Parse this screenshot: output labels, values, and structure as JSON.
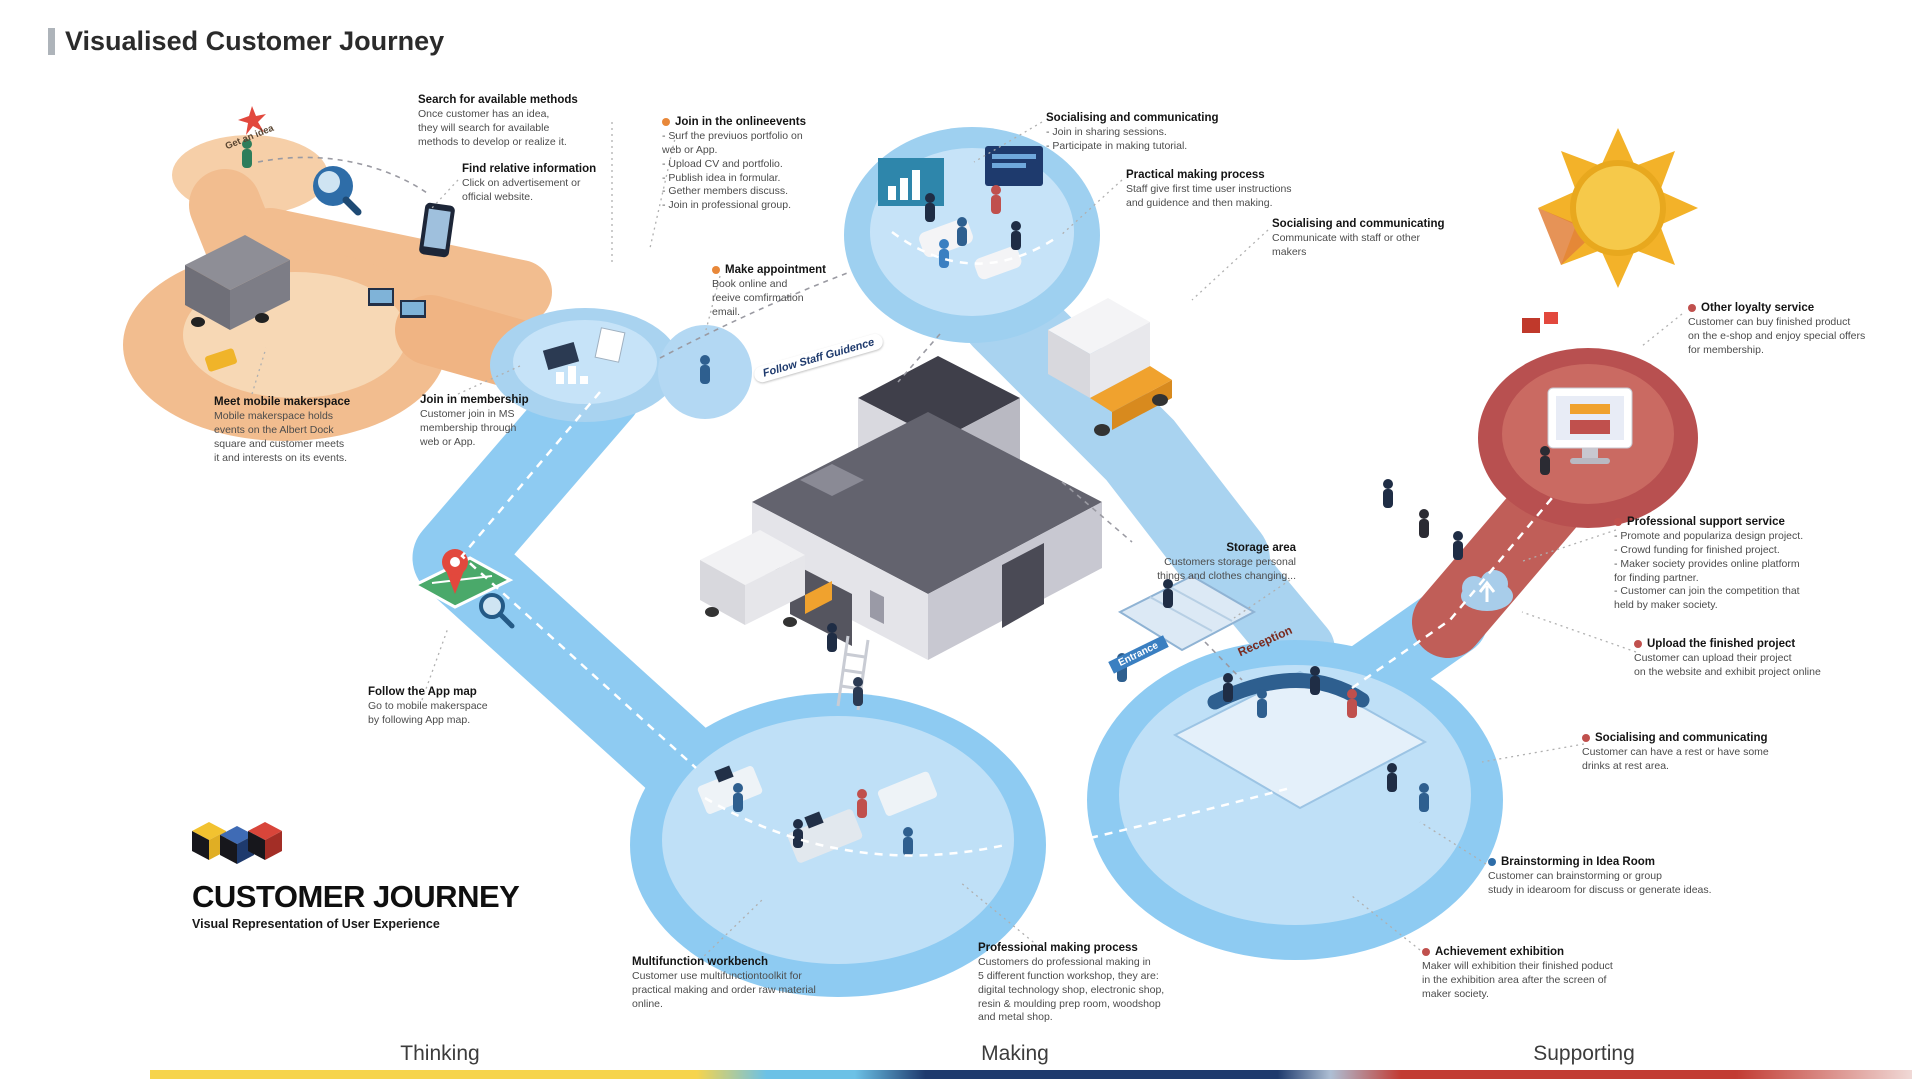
{
  "header": {
    "title": "Visualised Customer Journey"
  },
  "logo": {
    "name": "CUSTOMER JOURNEY",
    "subtitle": "Visual Representation of User Experience"
  },
  "phases": [
    {
      "label": "Thinking"
    },
    {
      "label": "Making"
    },
    {
      "label": "Supporting"
    }
  ],
  "palette": {
    "thinking_orange": "#F2BD8F",
    "making_blue_light": "#8ECBF2",
    "making_navy": "#1E3A6D",
    "supporting_red": "#C0504D",
    "sun_yellow": "#F3B229"
  },
  "scene_labels": {
    "idea": "Get an idea",
    "guidance": "Follow Staff Guidence",
    "entrance": "Entrance",
    "reception": "Reception"
  },
  "annotations": [
    {
      "id": "search-available-methods",
      "title": "Search for available methods",
      "bullet": null,
      "body": "Once customer has an idea,\nthey will search for available\nmethods to develop or realize it."
    },
    {
      "id": "find-relative-information",
      "title": "Find relative information",
      "bullet": null,
      "body": "Click on advertisement or\nofficial website."
    },
    {
      "id": "join-online-events",
      "title": "Join in the onlineevents",
      "bullet": "#E8883A",
      "body": "- Surf the previuos portfolio on\nweb or App.\n- Upload CV and portfolio.\n- Publish idea in formular.\n- Gether members discuss.\n- Join in professional group."
    },
    {
      "id": "socialising-sharing",
      "title": "Socialising and communicating",
      "bullet": null,
      "body": "- Join in sharing sessions.\n- Participate in making tutorial."
    },
    {
      "id": "practical-making-process",
      "title": "Practical making process",
      "bullet": null,
      "body": "Staff give first time user instructions\nand guidence and then making."
    },
    {
      "id": "socialising-staff",
      "title": "Socialising and communicating",
      "bullet": null,
      "body": "Communicate with staff or other\nmakers"
    },
    {
      "id": "make-appointment",
      "title": "Make appointment",
      "bullet": "#E8883A",
      "body": "Book online and\nreeive comfirmation\nemail."
    },
    {
      "id": "other-loyalty-service",
      "title": "Other loyalty service",
      "bullet": "#C0504D",
      "body": "Customer can buy finished product\non the e-shop and enjoy special offers\nfor membership."
    },
    {
      "id": "meet-mobile-makerspace",
      "title": "Meet mobile makerspace",
      "bullet": null,
      "body": "Mobile makerspace holds\nevents on the Albert Dock\nsquare and customer meets\nit and interests on its events."
    },
    {
      "id": "join-in-membership",
      "title": "Join in membership",
      "bullet": null,
      "body": "Customer join in MS\nmembership through\nweb or App."
    },
    {
      "id": "professional-support-service",
      "title": "Professional support service",
      "bullet": "#C0504D",
      "body": "- Promote and populariza design project.\n- Crowd funding for finished project.\n- Maker society provides online platform\nfor finding partner.\n- Customer can join the competition that\nheld by maker society."
    },
    {
      "id": "storage-area",
      "title": "Storage area",
      "bullet": null,
      "body": "Customers storage personal\nthings and clothes changing..."
    },
    {
      "id": "upload-finished-project",
      "title": "Upload the finished project",
      "bullet": "#C0504D",
      "body": "Customer can upload their project\non the website and exhibit project online"
    },
    {
      "id": "follow-app-map",
      "title": "Follow the App map",
      "bullet": null,
      "body": "Go to mobile makerspace\nby following App map."
    },
    {
      "id": "socialising-rest",
      "title": "Socialising and communicating",
      "bullet": "#C0504D",
      "body": "Customer can have a rest or have some\ndrinks at rest area."
    },
    {
      "id": "brainstorming-idea-room",
      "title": "Brainstorming in Idea Room",
      "bullet": "#2E6DA8",
      "body": "Customer can brainstorming or group\nstudy in idearoom for discuss or generate ideas."
    },
    {
      "id": "multifunction-workbench",
      "title": "Multifunction workbench",
      "bullet": null,
      "body": "Customer use multifunctiontoolkit for\npractical making and order raw material\nonline."
    },
    {
      "id": "professional-making-process",
      "title": "Professional making process",
      "bullet": null,
      "body": "Customers do professional making in\n5 different function workshop, they are:\ndigital technology shop, electronic shop,\nresin & moulding prep room, woodshop\nand metal shop."
    },
    {
      "id": "achievement-exhibition",
      "title": "Achievement exhibition",
      "bullet": "#C0504D",
      "body": "Maker will exhibition their finished poduct\nin the exhibition area after the screen of\nmaker society."
    }
  ]
}
